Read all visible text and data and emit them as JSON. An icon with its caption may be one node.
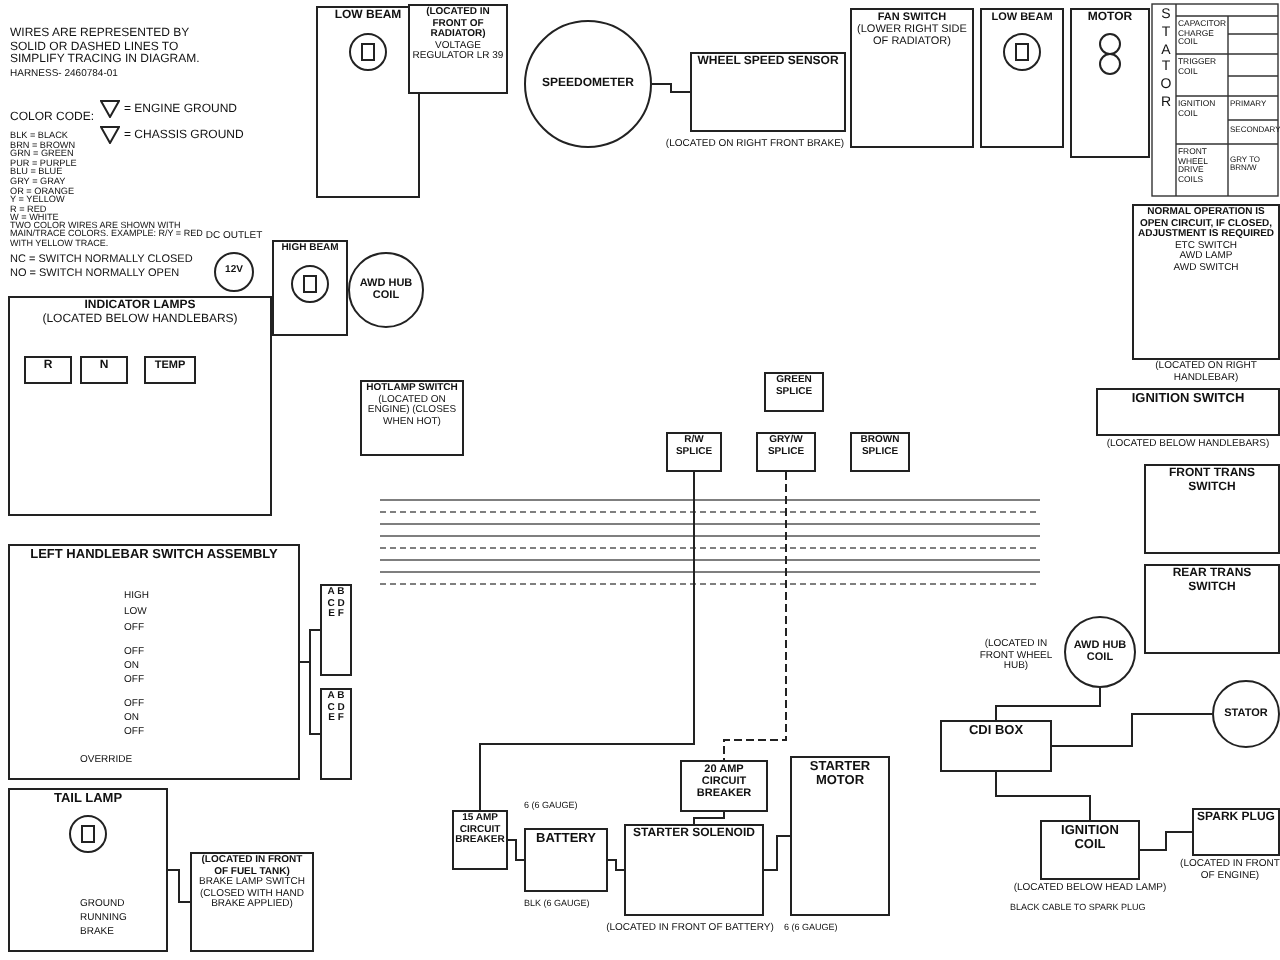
{
  "diagram": {
    "nodes": [
      {
        "text": [
          "LOW BEAM"
        ]
      },
      {
        "text": [
          "(LOCATED IN FRONT OF RADIATOR)",
          "VOLTAGE REGULATOR LR 39"
        ]
      },
      {
        "text": [
          "SPEEDOMETER"
        ]
      },
      {
        "text": [
          "WHEEL SPEED SENSOR"
        ],
        "beside": [
          "(LOCATED ON RIGHT FRONT BRAKE)"
        ]
      },
      {
        "text": [
          "FAN SWITCH",
          "(LOWER RIGHT SIDE OF RADIATOR)"
        ]
      },
      {
        "text": [
          "LOW BEAM"
        ]
      },
      {
        "text": [
          "MOTOR"
        ]
      },
      {
        "text": [
          "12V"
        ],
        "beside": [
          "DC OUTLET"
        ]
      },
      {
        "text": [
          "HIGH BEAM"
        ]
      },
      {
        "text": [
          "AWD HUB COIL"
        ]
      },
      {
        "text": [
          "INDICATOR LAMPS",
          "(LOCATED BELOW HANDLEBARS)"
        ]
      },
      {
        "text": [
          "R"
        ],
        "in": 10
      },
      {
        "text": [
          "N"
        ],
        "in": 10
      },
      {
        "text": [
          "TEMP"
        ],
        "in": 10
      },
      {
        "text": [
          "HOTLAMP SWITCH",
          "(LOCATED ON ENGINE) (CLOSES WHEN HOT)"
        ]
      },
      {
        "text": [
          "GREEN SPLICE"
        ]
      },
      {
        "text": [
          "R/W SPLICE"
        ]
      },
      {
        "text": [
          "GRY/W SPLICE"
        ]
      },
      {
        "text": [
          "BROWN SPLICE"
        ]
      },
      {
        "text": [
          "NORMAL OPERATION IS OPEN CIRCUIT, IF CLOSED, ADJUSTMENT IS REQUIRED",
          "ETC SWITCH",
          "AWD LAMP",
          "AWD SWITCH"
        ],
        "beside": [
          "(LOCATED ON RIGHT HANDLEBAR)"
        ]
      },
      {
        "text": [
          "IGNITION SWITCH"
        ],
        "beside": [
          "(LOCATED BELOW HANDLEBARS)"
        ]
      },
      {
        "text": [
          "FRONT TRANS SWITCH"
        ]
      },
      {
        "text": [
          "REAR TRANS SWITCH"
        ]
      },
      {
        "text": [
          "AWD HUB COIL"
        ],
        "beside": [
          "(LOCATED IN FRONT WHEEL HUB)"
        ]
      },
      {
        "text": [
          "CDI BOX"
        ]
      },
      {
        "text": [
          "STATOR"
        ]
      },
      {
        "text": [
          "IGNITION COIL"
        ],
        "beside": [
          "(LOCATED BELOW HEAD LAMP)"
        ]
      },
      {
        "text": [
          "SPARK PLUG"
        ],
        "beside": [
          "(LOCATED IN FRONT OF ENGINE)"
        ]
      },
      {
        "text": [
          "STARTER MOTOR"
        ]
      },
      {
        "text": [
          "STARTER SOLENOID"
        ],
        "beside": [
          "(LOCATED IN FRONT OF BATTERY)"
        ]
      },
      {
        "text": [
          "20 AMP CIRCUIT BREAKER"
        ]
      },
      {
        "text": [
          "BATTERY"
        ]
      },
      {
        "text": [
          "15 AMP CIRCUIT BREAKER"
        ]
      },
      {
        "text": [
          "LEFT HANDLEBAR SWITCH ASSEMBLY"
        ]
      },
      {
        "text": [
          "TAIL LAMP"
        ]
      },
      {
        "text": [
          "(LOCATED IN FRONT OF FUEL TANK)",
          "BRAKE LAMP SWITCH",
          "(CLOSED WITH HAND BRAKE APPLIED)"
        ]
      },
      {
        "text": [
          "A B C D E F"
        ]
      },
      {
        "text": [
          "A B C D E F"
        ]
      }
    ],
    "edges": [
      {
        "from": 33,
        "to": 36,
        "arrow": "none"
      },
      {
        "from": 33,
        "to": 37,
        "arrow": "none"
      },
      {
        "from": 34,
        "to": 35,
        "arrow": "none"
      },
      {
        "from": 32,
        "to": 31,
        "arrow": "none"
      },
      {
        "from": 31,
        "to": 29,
        "arrow": "none"
      },
      {
        "from": 30,
        "to": 29,
        "arrow": "none"
      },
      {
        "from": 29,
        "to": 28,
        "arrow": "none"
      },
      {
        "from": 24,
        "to": 26,
        "arrow": "none"
      },
      {
        "from": 26,
        "to": 27,
        "arrow": "none"
      },
      {
        "from": 24,
        "to": 25,
        "arrow": "none"
      },
      {
        "from": 23,
        "to": 24,
        "arrow": "none"
      },
      {
        "from": 2,
        "to": 3,
        "arrow": "none"
      },
      {
        "from": 16,
        "to": 32,
        "arrow": "none"
      },
      {
        "from": 17,
        "to": 30,
        "arrow": "none",
        "style": "dashed"
      }
    ],
    "labels": [
      "WIRES ARE REPRESENTED BY SOLID OR DASHED LINES TO SIMPLIFY TRACING IN DIAGRAM.",
      "HARNESS- 2460784-01",
      "COLOR CODE:",
      "BLK = BLACK",
      "BRN = BROWN",
      "GRN = GREEN",
      "PUR = PURPLE",
      "BLU = BLUE",
      "GRY = GRAY",
      "OR = ORANGE",
      "Y = YELLOW",
      "R = RED",
      "W = WHITE",
      "TWO COLOR WIRES ARE SHOWN WITH MAIN/TRACE COLORS. EXAMPLE: R/Y = RED WITH YELLOW TRACE.",
      "NC = SWITCH NORMALLY CLOSED",
      "NO = SWITCH NORMALLY OPEN",
      "STATOR",
      "CAPACITOR CHARGE COIL",
      "TRIGGER COIL",
      "IGNITION COIL",
      "PRIMARY",
      "SECONDARY",
      "FRONT WHEEL DRIVE COILS",
      "GRY TO BRN/W",
      "HIGH",
      "LOW",
      "OFF",
      "OFF",
      "ON",
      "OFF",
      "OFF",
      "ON",
      "OFF",
      "OVERRIDE",
      "GROUND",
      "RUNNING",
      "BRAKE",
      "6 (6 GAUGE)",
      "BLK (6 GAUGE)",
      "6 (6 GAUGE)",
      "BLACK CABLE TO SPARK PLUG"
    ],
    "legend": [
      {
        "text": "= ENGINE GROUND"
      },
      {
        "text": "= CHASSIS GROUND"
      }
    ]
  }
}
